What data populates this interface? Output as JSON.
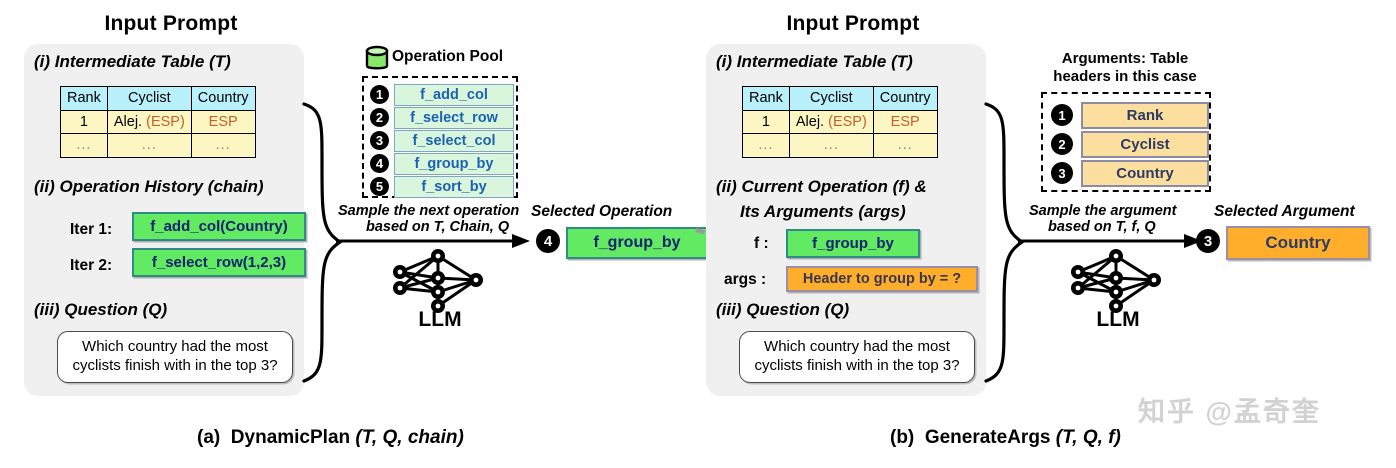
{
  "panels": [
    {
      "title": "Input Prompt",
      "sections": {
        "table_heading": "(i) Intermediate Table (T)",
        "second_heading": "(ii) Operation History (chain)",
        "question_heading": "(iii) Question (Q)"
      },
      "table": {
        "headers": [
          "Rank",
          "Cyclist",
          "Country"
        ],
        "rows": [
          [
            "1",
            "Alej. ",
            "ESP"
          ],
          [
            "...",
            "...",
            "..."
          ]
        ],
        "cyclist_suffix": "(ESP)"
      },
      "history": [
        {
          "iter_label": "Iter 1:",
          "op": "f_add_col(Country)"
        },
        {
          "iter_label": "Iter 2:",
          "op": "f_select_row(1,2,3)"
        }
      ],
      "question": "Which country had the most cyclists finish with in the top 3?"
    },
    {
      "title": "Input Prompt",
      "sections": {
        "table_heading": "(i) Intermediate Table (T)",
        "second_heading_line1": "(ii) Current Operation (f) &",
        "second_heading_line2": "Its Arguments (args)",
        "question_heading": "(iii) Question (Q)"
      },
      "table": {
        "headers": [
          "Rank",
          "Cyclist",
          "Country"
        ],
        "rows": [
          [
            "1",
            "Alej. ",
            "ESP"
          ],
          [
            "...",
            "...",
            "..."
          ]
        ],
        "cyclist_suffix": "(ESP)"
      },
      "f_label": "f :",
      "f_value": "f_group_by",
      "args_label": "args :",
      "args_value": "Header to group by = ?",
      "question": "Which country had the most cyclists finish with in the top 3?"
    }
  ],
  "operation_pool": {
    "icon": "database-icon",
    "title": "Operation Pool",
    "items": [
      {
        "num": "1",
        "label": "f_add_col"
      },
      {
        "num": "2",
        "label": "f_select_row"
      },
      {
        "num": "3",
        "label": "f_select_col"
      },
      {
        "num": "4",
        "label": "f_group_by"
      },
      {
        "num": "5",
        "label": "f_sort_by"
      }
    ]
  },
  "arguments_pool": {
    "title_line1": "Arguments: Table",
    "title_line2": "headers in this case",
    "items": [
      {
        "num": "1",
        "label": "Rank"
      },
      {
        "num": "2",
        "label": "Cyclist"
      },
      {
        "num": "3",
        "label": "Country"
      }
    ]
  },
  "left_flow": {
    "sample_line1": "Sample the next operation",
    "sample_line2": "based on T, Chain, Q",
    "llm_label": "LLM",
    "selected_title": "Selected Operation",
    "selected_badge": "4",
    "selected_value": "f_group_by"
  },
  "right_flow": {
    "sample_line1": "Sample the argument",
    "sample_line2": "based on T, f, Q",
    "llm_label": "LLM",
    "selected_title": "Selected Argument",
    "selected_badge": "3",
    "selected_value": "Country"
  },
  "captions": {
    "a_prefix": "(a)",
    "a_name": "DynamicPlan",
    "a_args": "(T, Q, chain)",
    "b_prefix": "(b)",
    "b_name": "GenerateArgs",
    "b_args": "(T, Q, f)"
  },
  "watermark": "知乎 @孟奇奎",
  "colors": {
    "panel_bg": "#f0f0f0",
    "table_header": "#b8f1fb",
    "table_body": "#fcf6c2",
    "green_box": "#63ea63",
    "pool_box": "#d9f5dc",
    "orange_box": "#ffae2b",
    "yellow_box": "#fcdf9e",
    "esp_text": "#c0622a"
  }
}
